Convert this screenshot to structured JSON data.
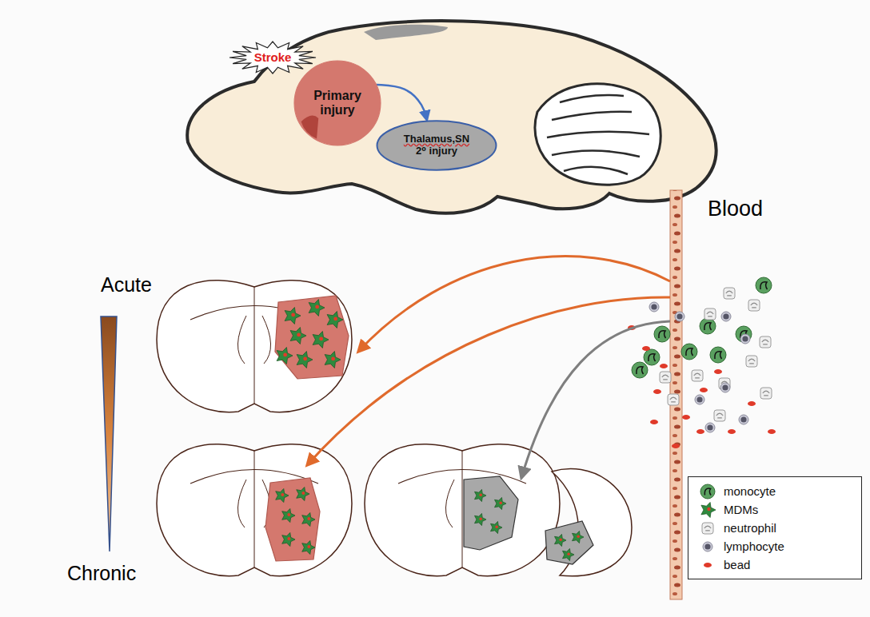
{
  "diagram": {
    "nodes": [
      {
        "text": [
          "Stroke"
        ]
      },
      {
        "text": [
          "Primary injury"
        ]
      },
      {
        "text": [
          "Thalamus,SN",
          "2⁰ injury"
        ]
      }
    ],
    "edges": [
      {
        "from": 1,
        "to": 2,
        "arrow": "to"
      }
    ],
    "labels": [
      "Blood",
      "Acute",
      "Chronic"
    ],
    "legend": [
      {
        "text": "monocyte"
      },
      {
        "text": "MDMs"
      },
      {
        "text": "neutrophil"
      },
      {
        "text": "lymphocyte"
      },
      {
        "text": "bead"
      }
    ]
  }
}
